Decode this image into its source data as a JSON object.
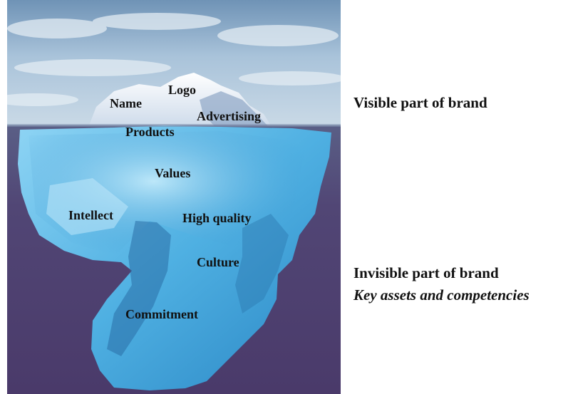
{
  "iceberg": {
    "above_water": [
      "Logo",
      "Name",
      "Advertising",
      "Products"
    ],
    "below_water": [
      "Values",
      "Intellect",
      "High quality",
      "Culture",
      "Commitment"
    ]
  },
  "side_labels": {
    "visible": "Visible part of brand",
    "invisible": "Invisible part of brand",
    "invisible_subtitle": "Key assets and competencies"
  },
  "colors": {
    "sky": "#a9c6dd",
    "sea": "#4d3f71",
    "ice": "#5bb8e6",
    "text": "#111111"
  }
}
